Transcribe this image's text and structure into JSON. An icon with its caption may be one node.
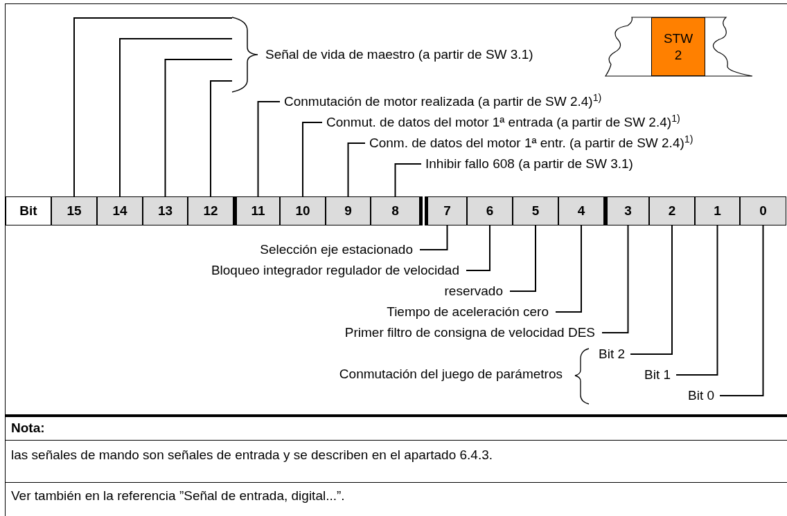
{
  "diagram": {
    "nodes": [
      {
        "text": [
          "Señal de vida de maestro (a partir de SW 3.1)"
        ]
      },
      {
        "text": [
          "Conmutación de motor realizada (a partir de SW 2.4)$^{1)}$"
        ]
      },
      {
        "text": [
          "Conmut. de datos del motor 1ª entrada (a partir de SW 2.4)$^{1)}$"
        ]
      },
      {
        "text": [
          "Conm. de datos del motor 1ª entr. (a partir de SW 2.4)$^{1)}$"
        ]
      },
      {
        "text": [
          "Inhibir fallo 608 (a partir de SW 3.1)"
        ]
      },
      {
        "text": [
          "STW 2"
        ]
      },
      {
        "text": [
          "Bit"
        ]
      },
      {
        "text": [
          "15"
        ]
      },
      {
        "text": [
          "14"
        ]
      },
      {
        "text": [
          "13"
        ]
      },
      {
        "text": [
          "12"
        ]
      },
      {
        "text": [
          "11"
        ]
      },
      {
        "text": [
          "10"
        ]
      },
      {
        "text": [
          "9"
        ]
      },
      {
        "text": [
          "8"
        ]
      },
      {
        "text": [
          "7"
        ]
      },
      {
        "text": [
          "6"
        ]
      },
      {
        "text": [
          "5"
        ]
      },
      {
        "text": [
          "4"
        ]
      },
      {
        "text": [
          "3"
        ]
      },
      {
        "text": [
          "2"
        ]
      },
      {
        "text": [
          "1"
        ]
      },
      {
        "text": [
          "0"
        ]
      },
      {
        "text": [
          "Selección eje estacionado"
        ]
      },
      {
        "text": [
          "Bloqueo integrador regulador de velocidad"
        ]
      },
      {
        "text": [
          "reservado"
        ]
      },
      {
        "text": [
          "Tiempo de aceleración cero"
        ]
      },
      {
        "text": [
          "Primer filtro de consigna de velocidad DES"
        ]
      },
      {
        "text": [
          "Conmutación del juego de parámetros"
        ]
      },
      {
        "text": [
          "Bit 2"
        ]
      },
      {
        "text": [
          "Bit 1"
        ]
      },
      {
        "text": [
          "Bit 0"
        ]
      }
    ],
    "edges": [
      {
        "from": 0,
        "to": 7,
        "arrow": "none"
      },
      {
        "from": 0,
        "to": 8,
        "arrow": "none"
      },
      {
        "from": 0,
        "to": 9,
        "arrow": "none"
      },
      {
        "from": 0,
        "to": 10,
        "arrow": "none"
      },
      {
        "from": 1,
        "to": 11,
        "arrow": "none"
      },
      {
        "from": 2,
        "to": 12,
        "arrow": "none"
      },
      {
        "from": 3,
        "to": 13,
        "arrow": "none"
      },
      {
        "from": 4,
        "to": 14,
        "arrow": "none"
      },
      {
        "from": 23,
        "to": 15,
        "arrow": "none"
      },
      {
        "from": 24,
        "to": 16,
        "arrow": "none"
      },
      {
        "from": 25,
        "to": 17,
        "arrow": "none"
      },
      {
        "from": 26,
        "to": 18,
        "arrow": "none"
      },
      {
        "from": 27,
        "to": 19,
        "arrow": "none"
      },
      {
        "from": 29,
        "to": 20,
        "arrow": "none"
      },
      {
        "from": 30,
        "to": 21,
        "arrow": "none"
      },
      {
        "from": 31,
        "to": 22,
        "arrow": "none"
      }
    ],
    "labels": [
      "Nota:",
      "las señales de mando son señales de entrada y se describen en el apartado 6.4.3.",
      "Ver también en la referencia ”Señal de entrada, digital...”."
    ]
  }
}
